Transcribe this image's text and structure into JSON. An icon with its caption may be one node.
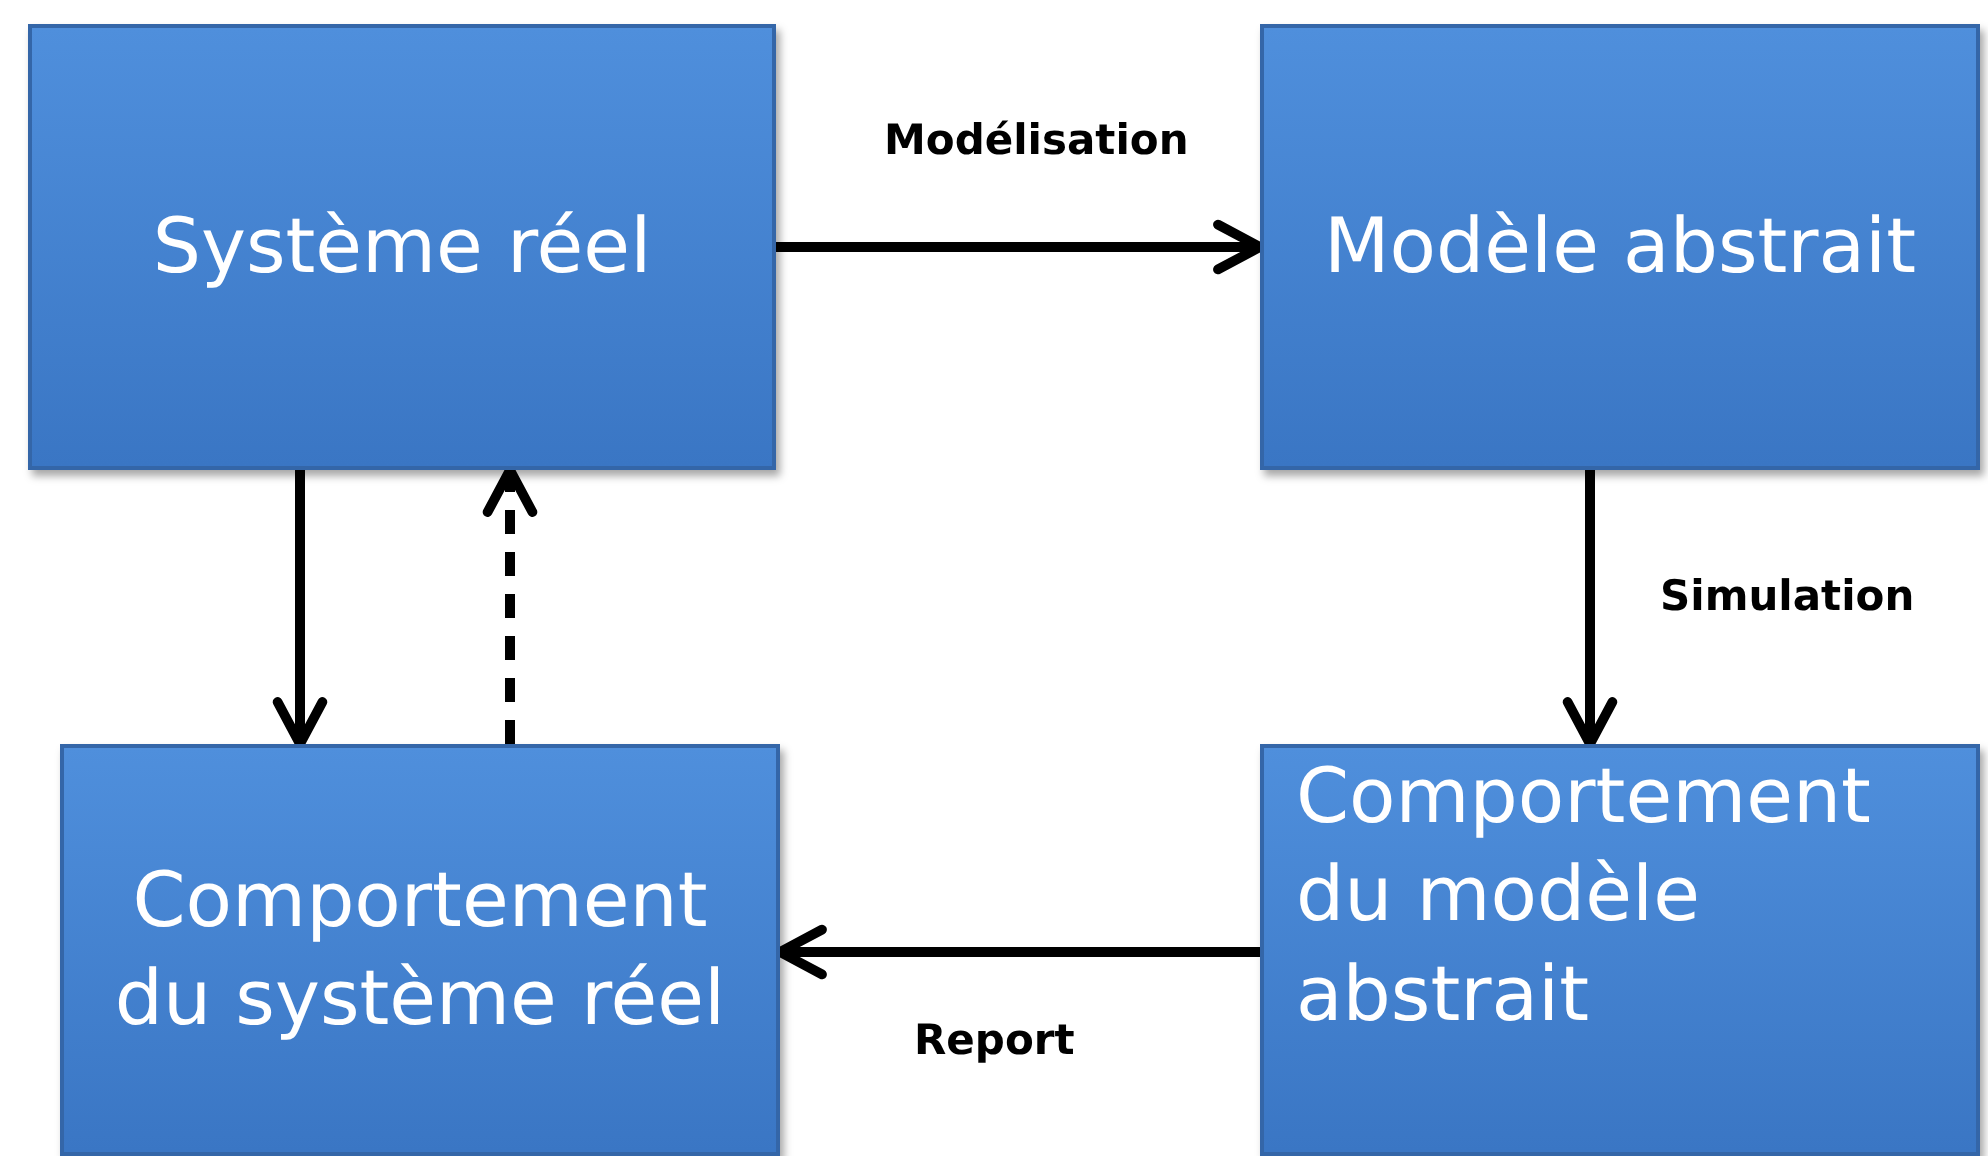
{
  "diagram": {
    "nodes": [
      {
        "text": [
          "Système réel"
        ]
      },
      {
        "text": [
          "Modèle abstrait"
        ]
      },
      {
        "text": [
          "Comportement du système réel"
        ]
      },
      {
        "text": [
          "Comportement du modèle abstrait"
        ]
      }
    ],
    "edges": [
      {
        "from": 0,
        "to": 1,
        "arrow": "to",
        "label": "Modélisation"
      },
      {
        "from": 1,
        "to": 3,
        "arrow": "to",
        "label": "Simulation"
      },
      {
        "from": 3,
        "to": 2,
        "arrow": "to",
        "label": "Report"
      },
      {
        "from": 0,
        "to": 2,
        "arrow": "to"
      },
      {
        "from": 2,
        "to": 0,
        "arrow": "to",
        "style": "dashed"
      }
    ]
  }
}
